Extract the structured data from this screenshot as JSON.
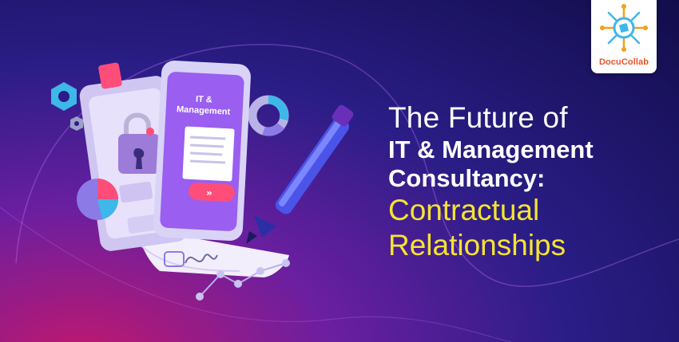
{
  "brand": {
    "name": "DocuCollab",
    "accent_color": "#e8542b"
  },
  "headline": {
    "line1": "The Future of",
    "line2": "IT & Management",
    "line3": "Consultancy:",
    "line4": "Contractual",
    "line5": "Relationships",
    "highlight_color": "#f5e431"
  },
  "illustration": {
    "phone_title_line1": "IT &",
    "phone_title_line2": "Management",
    "icons": [
      "padlock-icon",
      "pen-icon",
      "pie-chart-icon",
      "donut-chart-icon",
      "hexagon-nut-icon",
      "signature-icon",
      "fast-forward-icon",
      "line-graph-icon"
    ]
  }
}
